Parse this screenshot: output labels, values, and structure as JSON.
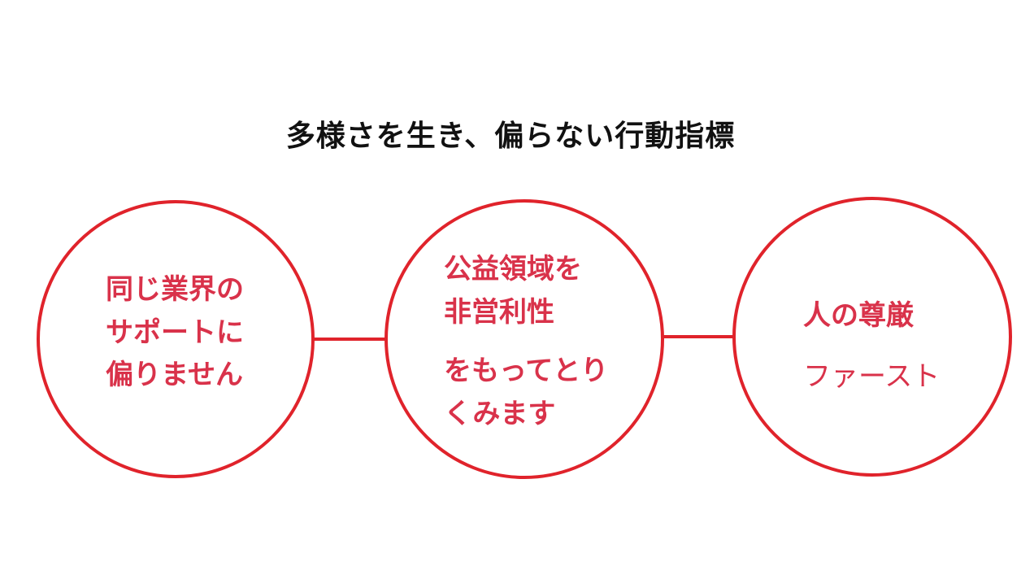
{
  "title": "多様さを生き、偏らない行動指標",
  "colors": {
    "circle": "#e0232b",
    "text": "#d9324a",
    "title": "#111111"
  },
  "nodes": [
    {
      "lines": [
        "同じ業界の",
        "サポートに",
        "偏りません"
      ]
    },
    {
      "group_a": [
        "公益領域を",
        "非営利性"
      ],
      "group_b": [
        "をもってとり",
        "くみます"
      ]
    },
    {
      "line_a": "人の尊厳",
      "line_b": "ファースト"
    }
  ]
}
